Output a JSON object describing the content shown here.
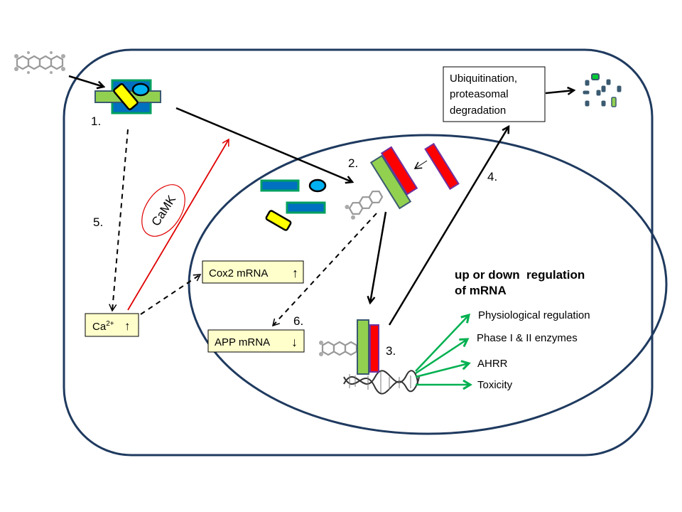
{
  "diagram": {
    "title": "Aryl hydrocarbon receptor (AhR) signaling pathway",
    "colors": {
      "membrane": "#1f3a5f",
      "receptor_green": "#92d050",
      "chaperone_blue": "#0070c0",
      "border_teal": "#00a060",
      "partner_red": "#ff0000",
      "partner_border": "#7030a0",
      "yellow_protein": "#ffff00",
      "cyan_protein": "#00b0f0",
      "box_fill": "#ffffcc",
      "camk_red": "#e00000",
      "output_green": "#00b050"
    },
    "step_labels": {
      "s1": "1.",
      "s2": "2.",
      "s3": "3.",
      "s4": "4.",
      "s5": "5.",
      "s6": "6."
    },
    "degradation_box": {
      "line1": "Ubiquitination,",
      "line2": "proteasomal",
      "line3": "degradation"
    },
    "camk_label": "CaMK",
    "calcium_box": {
      "text": "Ca",
      "superscript": "2+",
      "arrow": "↑"
    },
    "cox2_box": {
      "text": "Cox2 mRNA",
      "arrow": "↑"
    },
    "app_box": {
      "text": "APP mRNA",
      "arrow": "↓"
    },
    "regulation_heading": {
      "line1": "up or down  regulation",
      "line2": "of mRNA"
    },
    "outcomes": [
      "Physiological regulation",
      "Phase I & II enzymes",
      "AHRR",
      "Toxicity"
    ]
  }
}
